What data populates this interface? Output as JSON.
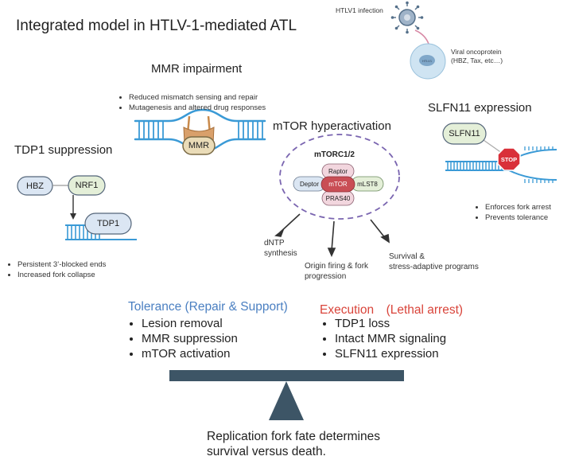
{
  "title": "Integrated model in HTLV-1-mediated ATL",
  "infection": {
    "label": "HTLV1 infection",
    "viral_label": "Viral oncoprotein",
    "viral_sub": "(HBZ, Tax, etc…)",
    "cell_text": "HTLV1"
  },
  "mmr": {
    "heading": "MMR impairment",
    "bullets": [
      "Reduced mismatch sensing and repair",
      "Mutagenesis and altered drug responses"
    ],
    "protein": "MMR"
  },
  "tdp1": {
    "heading": "TDP1 suppression",
    "hbz": "HBZ",
    "nrf1": "NRF1",
    "tdp1": "TDP1",
    "bullets": [
      "Persistent 3’-blocked ends",
      "Increased fork collapse"
    ]
  },
  "mtor": {
    "heading": "mTOR hyperactivation",
    "complex": "mTORC1/2",
    "raptor": "Raptor",
    "deptor": "Deptor",
    "mtor": "mTOR",
    "mlst8": "mLST8",
    "pras40": "PRAS40",
    "out1": "dNTP\nsynthesis",
    "out2": "Origin firing & fork\nprogression",
    "out3": "Survival &\nstress-adaptive programs"
  },
  "slfn11": {
    "heading": "SLFN11 expression",
    "protein": "SLFN11",
    "stop": "STOP",
    "bullets": [
      "Enforces fork arrest",
      "Prevents tolerance"
    ]
  },
  "tolerance": {
    "heading": "Tolerance (Repair & Support)",
    "items": [
      "Lesion removal",
      "MMR suppression",
      "mTOR activation"
    ]
  },
  "execution": {
    "heading": "Execution　(Lethal arrest)",
    "items": [
      "TDP1 loss",
      "Intact MMR signaling",
      "SLFN11 expression"
    ]
  },
  "footer": "Replication fork fate determines\nsurvival versus death.",
  "colors": {
    "dna_blue": "#3a9ad6",
    "green_pill": "#e4efd8",
    "blue_pill": "#dbe6f3",
    "red_protein": "#c94e55",
    "pink_pill": "#f2d6de",
    "stop": "#d9303a",
    "beam": "#3d5566",
    "tolerance": "#4a7fc1",
    "execution": "#d9443a"
  }
}
